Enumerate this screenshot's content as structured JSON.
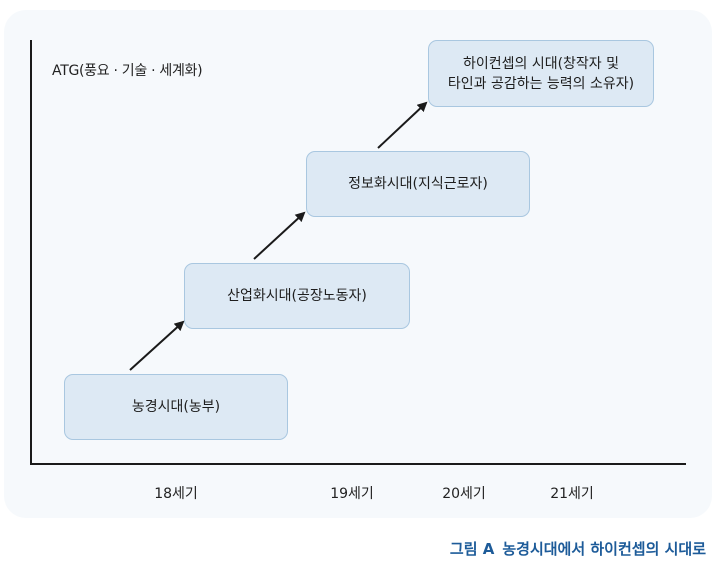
{
  "diagram": {
    "y_axis_label": "ATG(풍요 · 기술 · 세계화)",
    "eras": [
      {
        "lines": [
          "농경시대(농부)"
        ]
      },
      {
        "lines": [
          "산업화시대(공장노동자)"
        ]
      },
      {
        "lines": [
          "정보화시대(지식근로자)"
        ]
      },
      {
        "lines": [
          "하이컨셉의 시대(창작자 및",
          "타인과 공감하는 능력의 소유자)"
        ]
      }
    ],
    "x_ticks": [
      "18세기",
      "19세기",
      "20세기",
      "21세기"
    ]
  },
  "caption": {
    "figure_label": "그림 A",
    "text": "농경시대에서 하이컨셉의 시대로"
  },
  "colors": {
    "box_fill": "#dde9f4",
    "box_border": "#a9c7e0",
    "axis": "#1a1a1a",
    "caption": "#1d5b99"
  }
}
